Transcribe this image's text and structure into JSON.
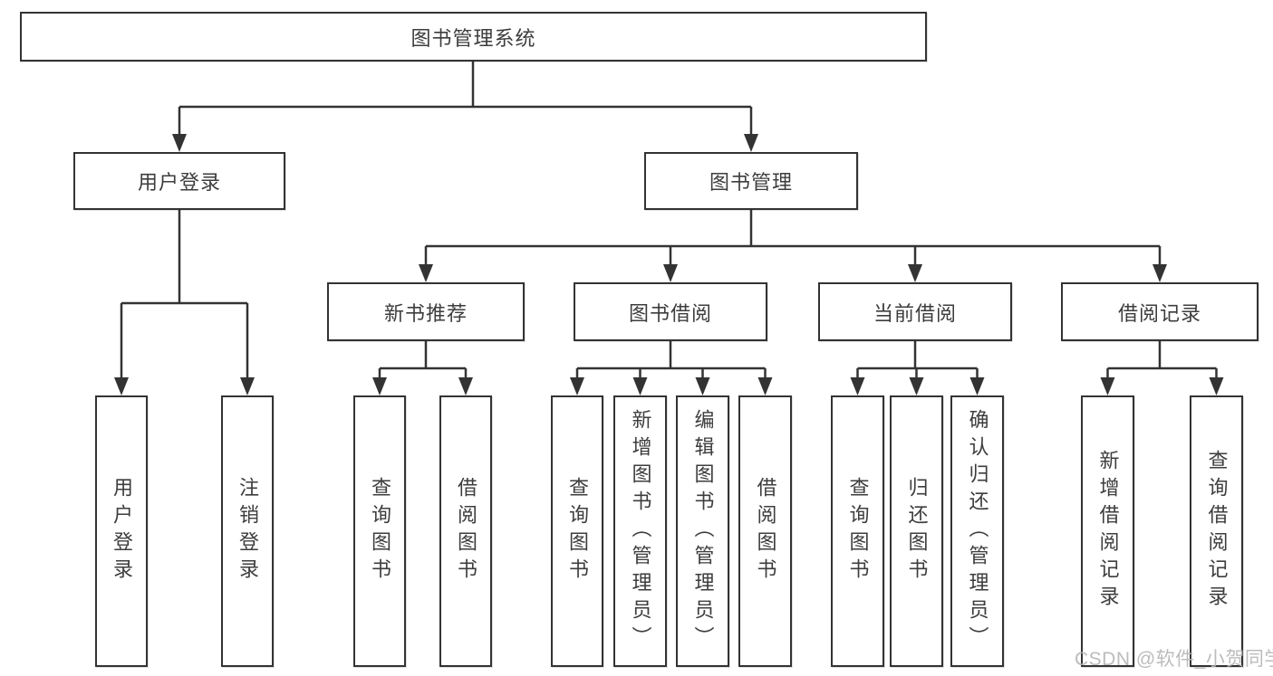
{
  "tree": {
    "label": "图书管理系统",
    "children": [
      {
        "label": "用户登录",
        "children": [
          {
            "label": "用户登录"
          },
          {
            "label": "注销登录"
          }
        ]
      },
      {
        "label": "图书管理",
        "children": [
          {
            "label": "新书推荐",
            "children": [
              {
                "label": "查询图书"
              },
              {
                "label": "借阅图书"
              }
            ]
          },
          {
            "label": "图书借阅",
            "children": [
              {
                "label": "查询图书"
              },
              {
                "label": "新增图书（管理员）"
              },
              {
                "label": "编辑图书（管理员）"
              },
              {
                "label": "借阅图书"
              }
            ]
          },
          {
            "label": "当前借阅",
            "children": [
              {
                "label": "查询图书"
              },
              {
                "label": "归还图书"
              },
              {
                "label": "确认归还（管理员）"
              }
            ]
          },
          {
            "label": "借阅记录",
            "children": [
              {
                "label": "新增借阅记录"
              },
              {
                "label": "查询借阅记录"
              }
            ]
          }
        ]
      }
    ]
  },
  "watermark": {
    "text": "CSDN @软件_小贺同学"
  },
  "colors": {
    "line": "#333333",
    "text": "#3d3d3d",
    "background": "#ffffff",
    "watermark": "#b5b5b5"
  }
}
